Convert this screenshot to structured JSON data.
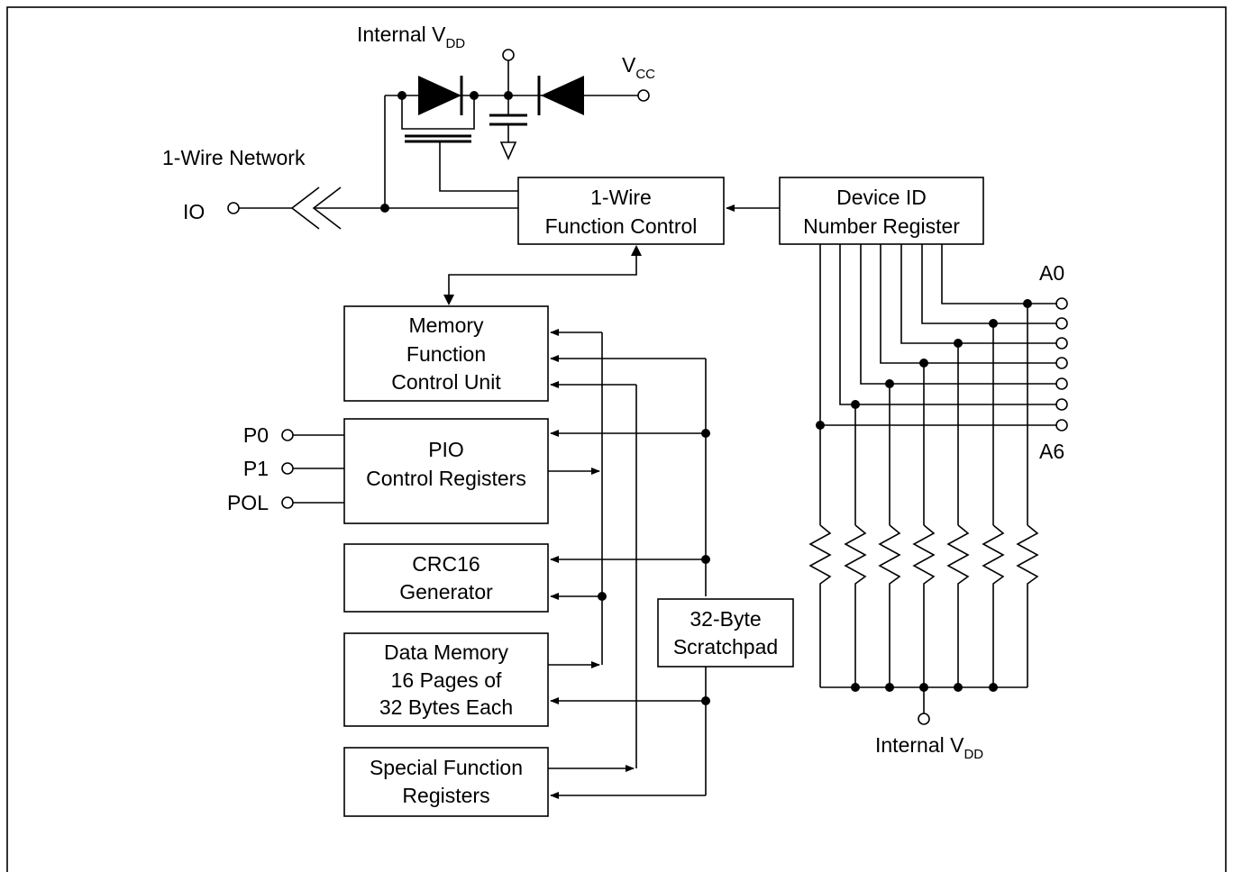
{
  "labels": {
    "internal_vdd_top_main": "Internal V",
    "internal_vdd_top_sub": "DD",
    "vcc_main": "V",
    "vcc_sub": "CC",
    "network": "1-Wire Network",
    "io": "IO",
    "a0": "A0",
    "a6": "A6",
    "p0": "P0",
    "p1": "P1",
    "pol": "POL",
    "internal_vdd_bottom_main": "Internal V",
    "internal_vdd_bottom_sub": "DD"
  },
  "blocks": {
    "function_control": [
      "1-Wire",
      "Function Control"
    ],
    "device_id": [
      "Device ID",
      "Number Register"
    ],
    "memory_function": [
      "Memory",
      "Function",
      "Control Unit"
    ],
    "pio": [
      "PIO",
      "Control Registers"
    ],
    "crc16": [
      "CRC16",
      "Generator"
    ],
    "data_memory": [
      "Data Memory",
      "16 Pages of",
      "32 Bytes Each"
    ],
    "special_function": [
      "Special Function",
      "Registers"
    ],
    "scratchpad": [
      "32-Byte",
      "Scratchpad"
    ]
  }
}
